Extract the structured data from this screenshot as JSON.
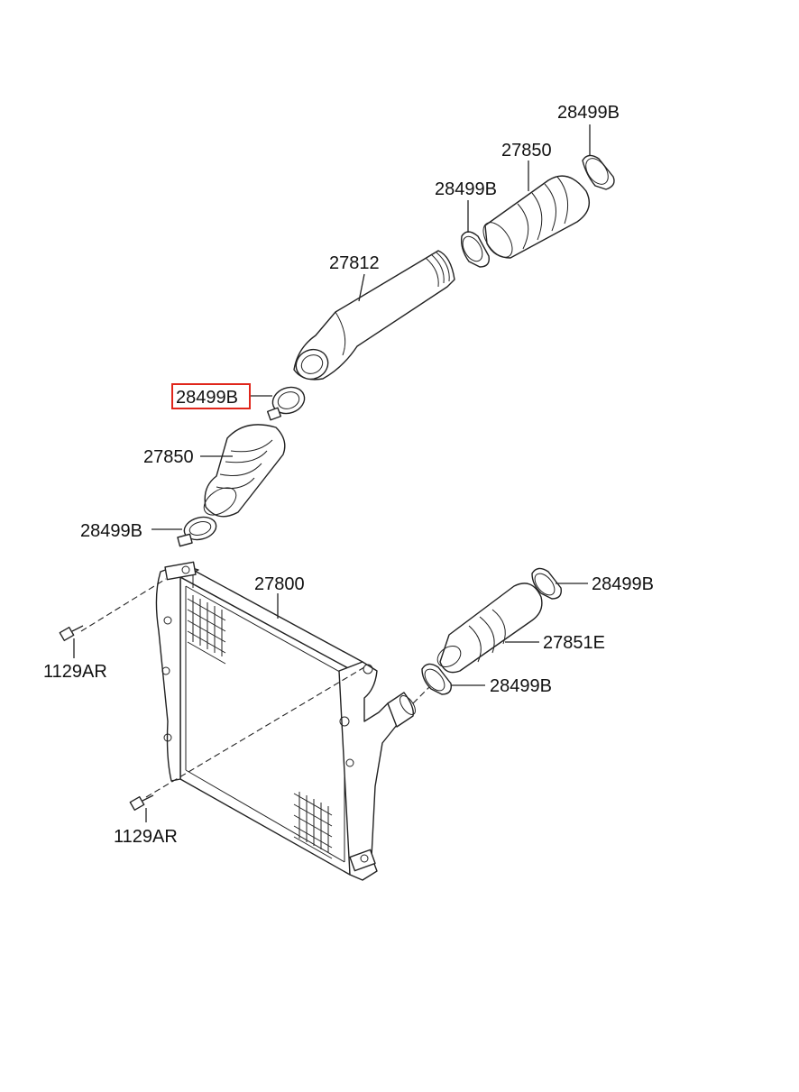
{
  "labels": {
    "clamp_top_right": "28499B",
    "hose_upper": "27850",
    "clamp_upper_left": "28499B",
    "pipe": "27812",
    "clamp_highlighted": "28499B",
    "hose_middle": "27850",
    "clamp_middle": "28499B",
    "intercooler": "27800",
    "clamp_right_upper": "28499B",
    "hose_right": "27851E",
    "clamp_right_lower": "28499B",
    "bolt_upper": "1129AR",
    "bolt_lower": "1129AR"
  },
  "highlight_color": "#e0261b"
}
